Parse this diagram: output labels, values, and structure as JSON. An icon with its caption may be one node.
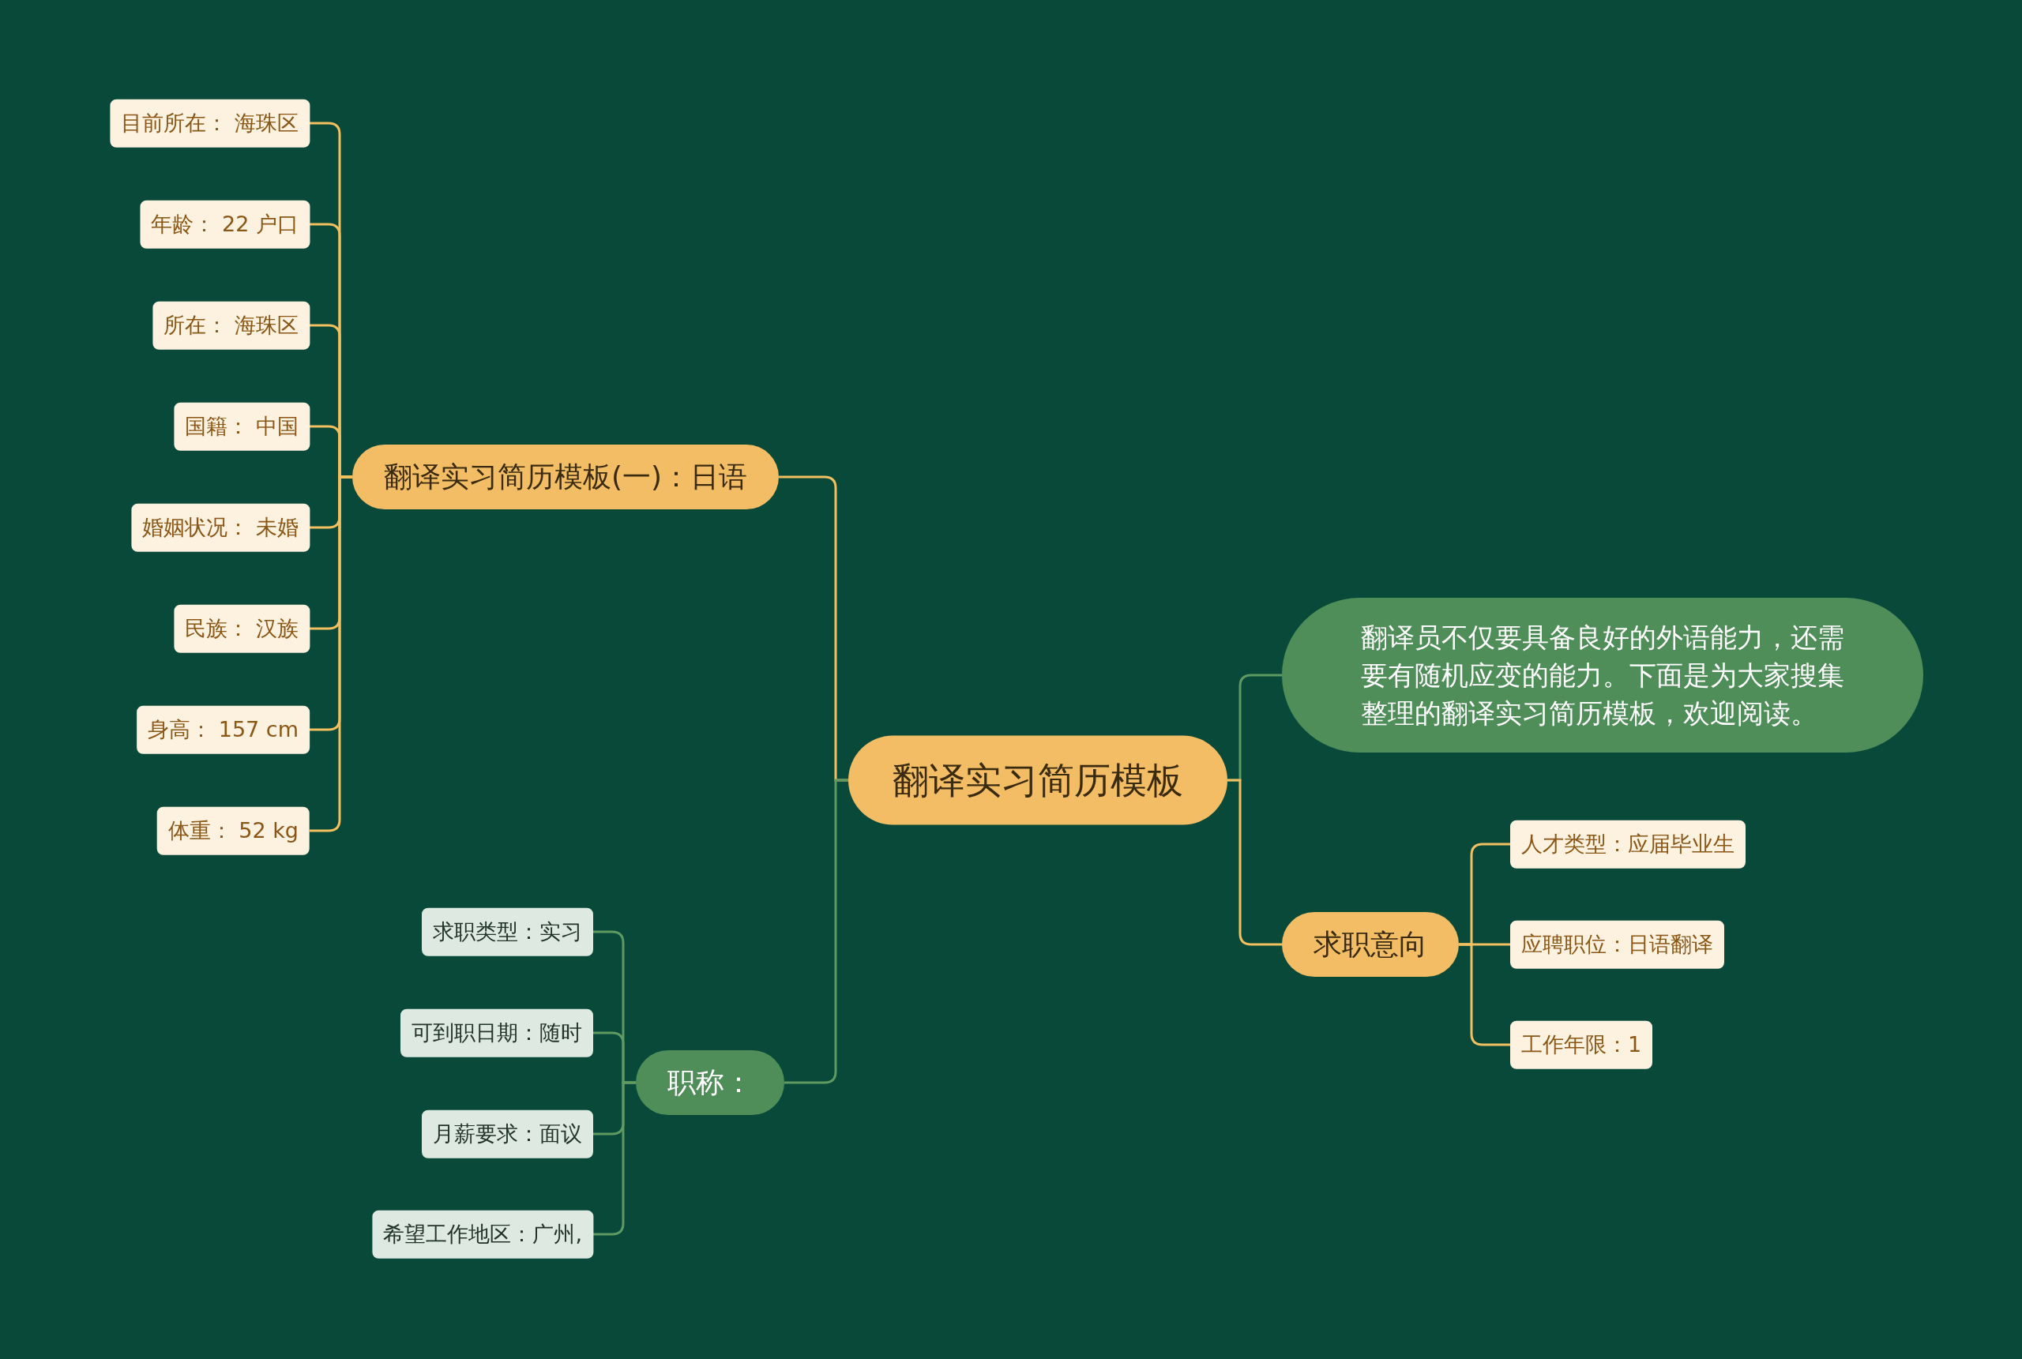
{
  "diagram": {
    "nodes": [
      {
        "text": [
          "翻译实习简历模板"
        ]
      },
      {
        "text": [
          "翻译实习简历模板(一)：日语"
        ]
      },
      {
        "text": [
          "目前所在： 海珠区"
        ]
      },
      {
        "text": [
          "年龄： 22 户口"
        ]
      },
      {
        "text": [
          "所在： 海珠区"
        ]
      },
      {
        "text": [
          "国籍： 中国"
        ]
      },
      {
        "text": [
          "婚姻状况： 未婚"
        ]
      },
      {
        "text": [
          "民族： 汉族"
        ]
      },
      {
        "text": [
          "身高： 157 cm"
        ]
      },
      {
        "text": [
          "体重： 52 kg"
        ]
      },
      {
        "text": [
          "翻译员不仅要具备良好的外语能力，还需要有随机应变的能力。下面是为大家搜集整理的翻译实习简历模板，欢迎阅读。"
        ]
      },
      {
        "text": [
          "求职意向"
        ]
      },
      {
        "text": [
          "人才类型：应届毕业生"
        ]
      },
      {
        "text": [
          "应聘职位：日语翻译"
        ]
      },
      {
        "text": [
          "工作年限：1"
        ]
      },
      {
        "text": [
          "职称："
        ]
      },
      {
        "text": [
          "求职类型：实习"
        ]
      },
      {
        "text": [
          "可到职日期：随时"
        ]
      },
      {
        "text": [
          "月薪要求：面议"
        ]
      },
      {
        "text": [
          "希望工作地区：广州,"
        ]
      }
    ],
    "edges": [
      {
        "from": 0,
        "to": 1,
        "arrow": "none"
      },
      {
        "from": 0,
        "to": 10,
        "arrow": "none",
        "color": "#5f9a62"
      },
      {
        "from": 0,
        "to": 11,
        "arrow": "none"
      },
      {
        "from": 0,
        "to": 15,
        "arrow": "none",
        "color": "#5f9a62"
      },
      {
        "from": 1,
        "to": 2,
        "arrow": "none"
      },
      {
        "from": 1,
        "to": 3,
        "arrow": "none"
      },
      {
        "from": 1,
        "to": 4,
        "arrow": "none"
      },
      {
        "from": 1,
        "to": 5,
        "arrow": "none"
      },
      {
        "from": 1,
        "to": 6,
        "arrow": "none"
      },
      {
        "from": 1,
        "to": 7,
        "arrow": "none"
      },
      {
        "from": 1,
        "to": 8,
        "arrow": "none"
      },
      {
        "from": 1,
        "to": 9,
        "arrow": "none"
      },
      {
        "from": 11,
        "to": 12,
        "arrow": "none"
      },
      {
        "from": 11,
        "to": 13,
        "arrow": "none"
      },
      {
        "from": 11,
        "to": 14,
        "arrow": "none"
      },
      {
        "from": 15,
        "to": 16,
        "arrow": "none",
        "color": "#5f9a62"
      },
      {
        "from": 15,
        "to": 17,
        "arrow": "none",
        "color": "#5f9a62"
      },
      {
        "from": 15,
        "to": 18,
        "arrow": "none",
        "color": "#5f9a62"
      },
      {
        "from": 15,
        "to": 19,
        "arrow": "none",
        "color": "#5f9a62"
      }
    ]
  }
}
